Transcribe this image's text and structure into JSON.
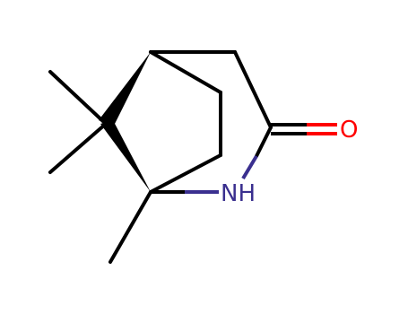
{
  "molecule": {
    "atoms": [
      {
        "id": "C1",
        "element": "C"
      },
      {
        "id": "C2",
        "element": "C"
      },
      {
        "id": "C3",
        "element": "C"
      },
      {
        "id": "C4",
        "element": "C"
      },
      {
        "id": "C5",
        "element": "C"
      },
      {
        "id": "C6",
        "element": "C"
      },
      {
        "id": "C7",
        "element": "C"
      },
      {
        "id": "N8",
        "element": "N",
        "label": "NH",
        "color": "#3a2f8f"
      },
      {
        "id": "O9",
        "element": "O",
        "label": "O",
        "color": "#ff0000"
      },
      {
        "id": "C10",
        "element": "C"
      },
      {
        "id": "C11",
        "element": "C"
      },
      {
        "id": "C12",
        "element": "C"
      }
    ],
    "bonds": [
      {
        "from": "C1",
        "to": "C2",
        "order": 1
      },
      {
        "from": "C2",
        "to": "C3",
        "order": 1
      },
      {
        "from": "C3",
        "to": "N8",
        "order": 1
      },
      {
        "from": "C3",
        "to": "O9",
        "order": 2
      },
      {
        "from": "N8",
        "to": "C4",
        "order": 1
      },
      {
        "from": "C4",
        "to": "C5",
        "order": 1
      },
      {
        "from": "C5",
        "to": "C6",
        "order": 1
      },
      {
        "from": "C6",
        "to": "C1",
        "order": 1
      },
      {
        "from": "C1",
        "to": "C7",
        "order": 1,
        "stereo": "wedge"
      },
      {
        "from": "C4",
        "to": "C7",
        "order": 1,
        "stereo": "wedge"
      },
      {
        "from": "C7",
        "to": "C10",
        "order": 1
      },
      {
        "from": "C7",
        "to": "C11",
        "order": 1
      },
      {
        "from": "C4",
        "to": "C12",
        "order": 1
      }
    ],
    "colors": {
      "bond": "#000000",
      "nitrogen": "#3a2f8f",
      "oxygen": "#ff0000"
    }
  }
}
